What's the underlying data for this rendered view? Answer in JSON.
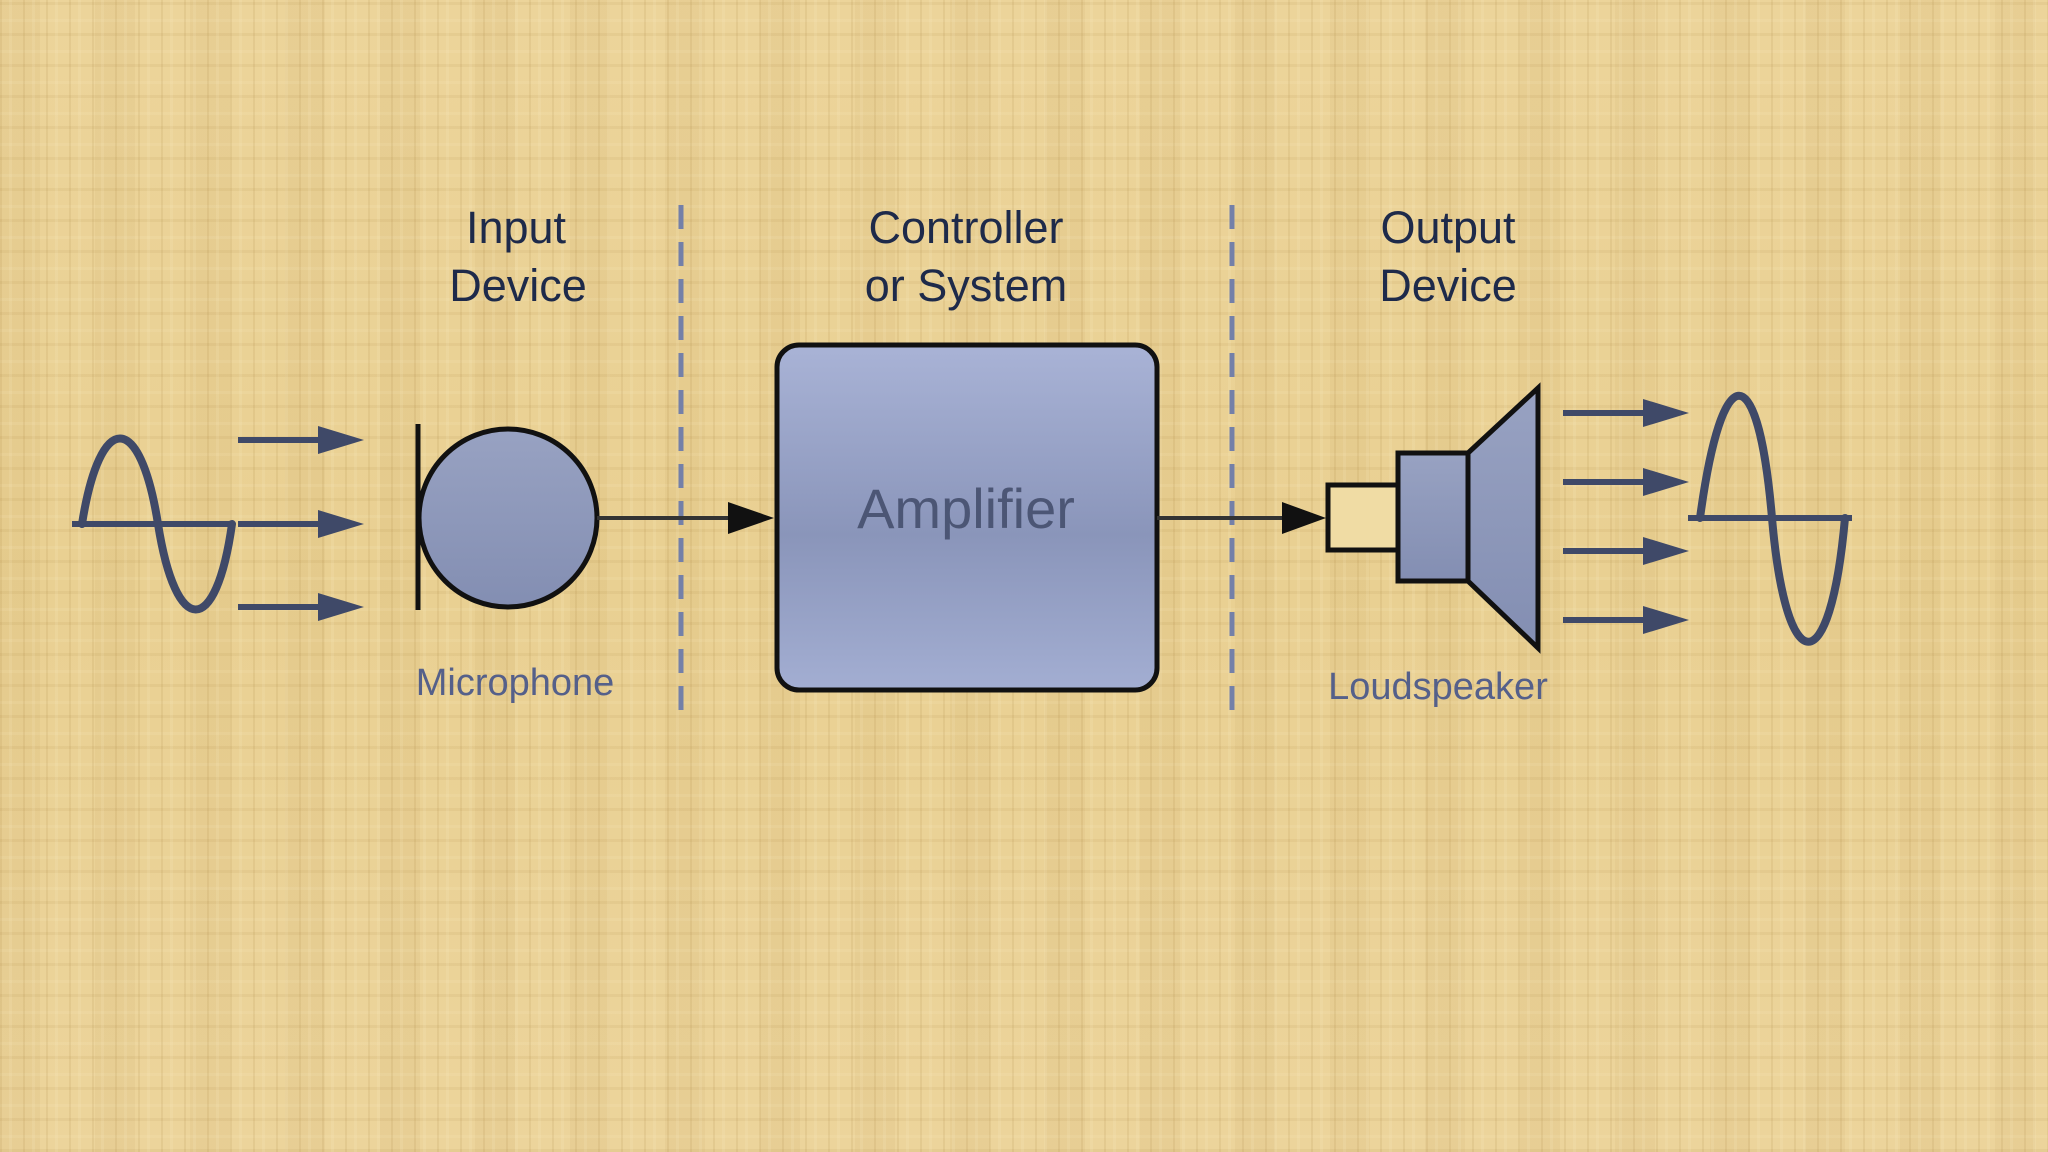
{
  "stages": {
    "input": {
      "heading_line1": "Input",
      "heading_line2": "Device",
      "device_caption": "Microphone"
    },
    "controller": {
      "heading_line1": "Controller",
      "heading_line2": "or System",
      "block_label": "Amplifier"
    },
    "output": {
      "heading_line1": "Output",
      "heading_line2": "Device",
      "device_caption": "Loudspeaker"
    }
  },
  "colors": {
    "background": "#ebd396",
    "stroke": "#111111",
    "fill_device": "#8d97b8",
    "fill_block_light": "#a9b3d6",
    "fill_block_dark": "#8893b8",
    "wave_arrows": "#3f4968",
    "divider": "#7480a8",
    "heading_text": "#1e2a4a",
    "caption_text": "#55608a"
  },
  "icons": {
    "input_wave": "sine-wave-icon",
    "input_arrows": "arrow-right-icon",
    "microphone": "microphone-icon",
    "speaker": "loudspeaker-icon",
    "output_wave": "sine-wave-icon",
    "output_arrows": "arrow-right-icon"
  }
}
